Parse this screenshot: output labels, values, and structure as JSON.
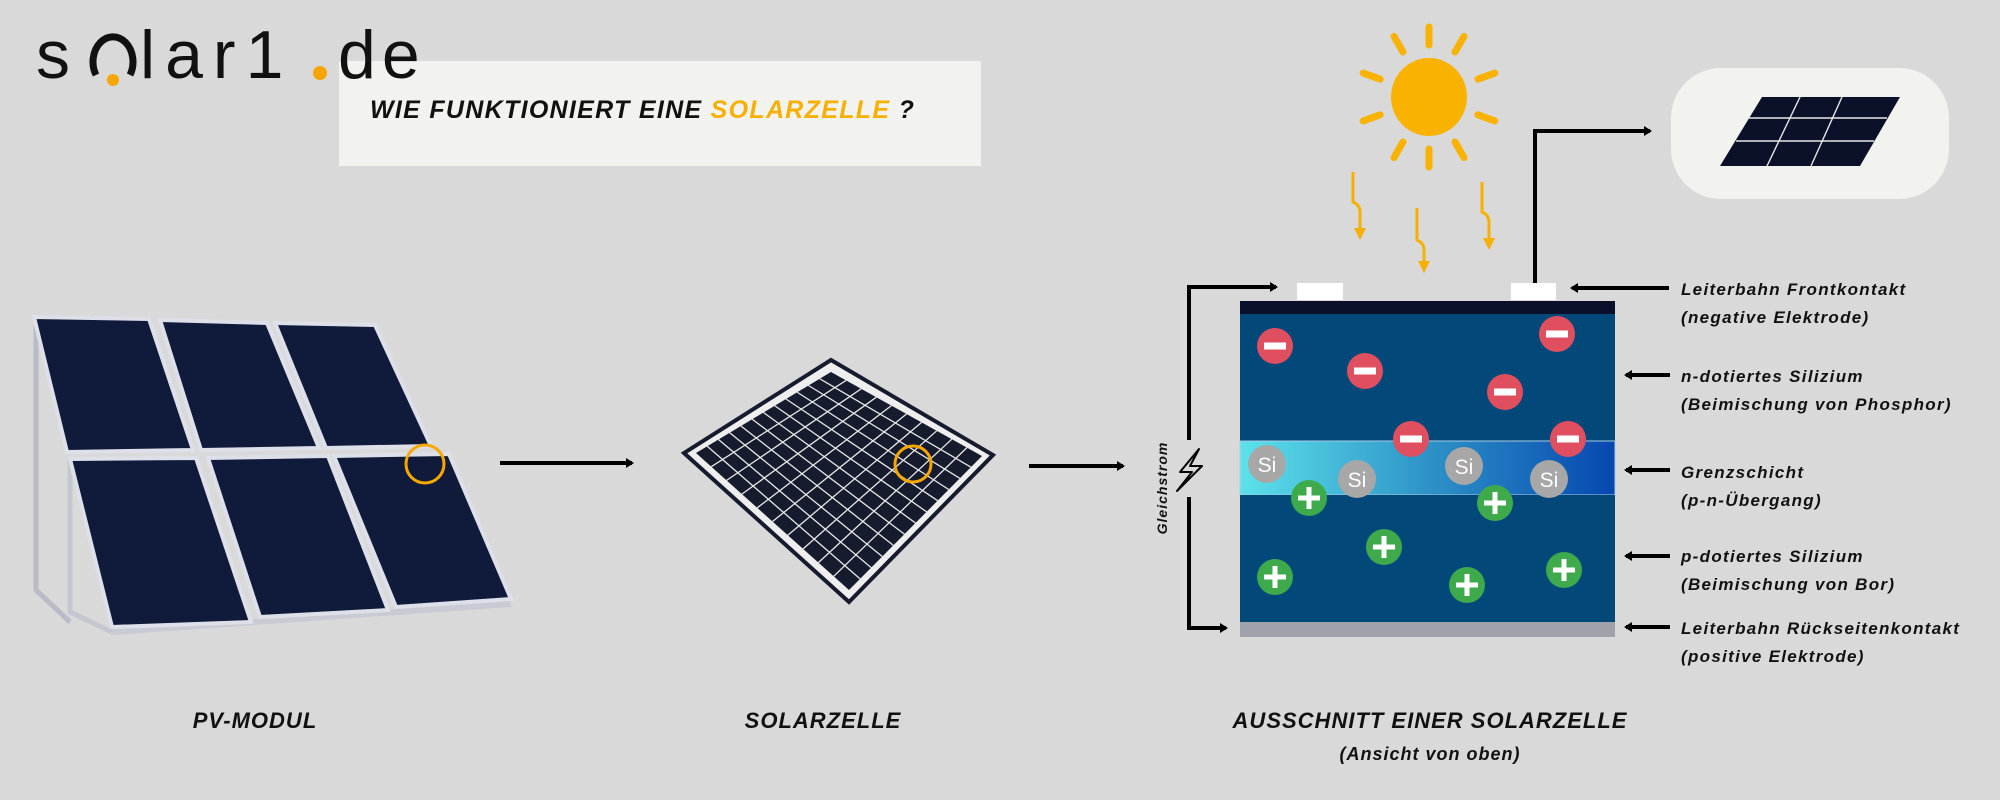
{
  "logo": {
    "text": "solar1.de",
    "part1": "s",
    "part2": "lar1",
    "part3": "de",
    "accent": "#f7a600"
  },
  "title": {
    "prefix": "WIE FUNKTIONIERT EINE ",
    "highlight": "SOLARZELLE",
    "suffix": " ?"
  },
  "captions": {
    "pv_module": "PV-MODUL",
    "solar_cell": "SOLARZELLE",
    "cutout": "AUSSCHNITT EINER SOLARZELLE",
    "cutout_sub": "(Ansicht von oben)"
  },
  "current_label": "Gleichstrom",
  "layers": [
    {
      "line1": "Leiterbahn Frontkontakt",
      "line2": "(negative Elektrode)"
    },
    {
      "line1": "n-dotiertes Silizium",
      "line2": "(Beimischung von Phosphor)"
    },
    {
      "line1": "Grenzschicht",
      "line2": "(p-n-Übergang)"
    },
    {
      "line1": "p-dotiertes Silizium",
      "line2": "(Beimischung von Bor)"
    },
    {
      "line1": "Leiterbahn Rückseitenkontakt",
      "line2": "(positive Elektrode)"
    }
  ],
  "particles": {
    "electron_symbol": "−",
    "hole_symbol": "+",
    "silicon_label": "Si"
  },
  "colors": {
    "background": "#d9d9d9",
    "accent": "#f7b000",
    "cell_blue": "#02497a",
    "electron": "#e04f5f",
    "hole": "#3eaa4c",
    "silicon": "#a7a7a7"
  }
}
